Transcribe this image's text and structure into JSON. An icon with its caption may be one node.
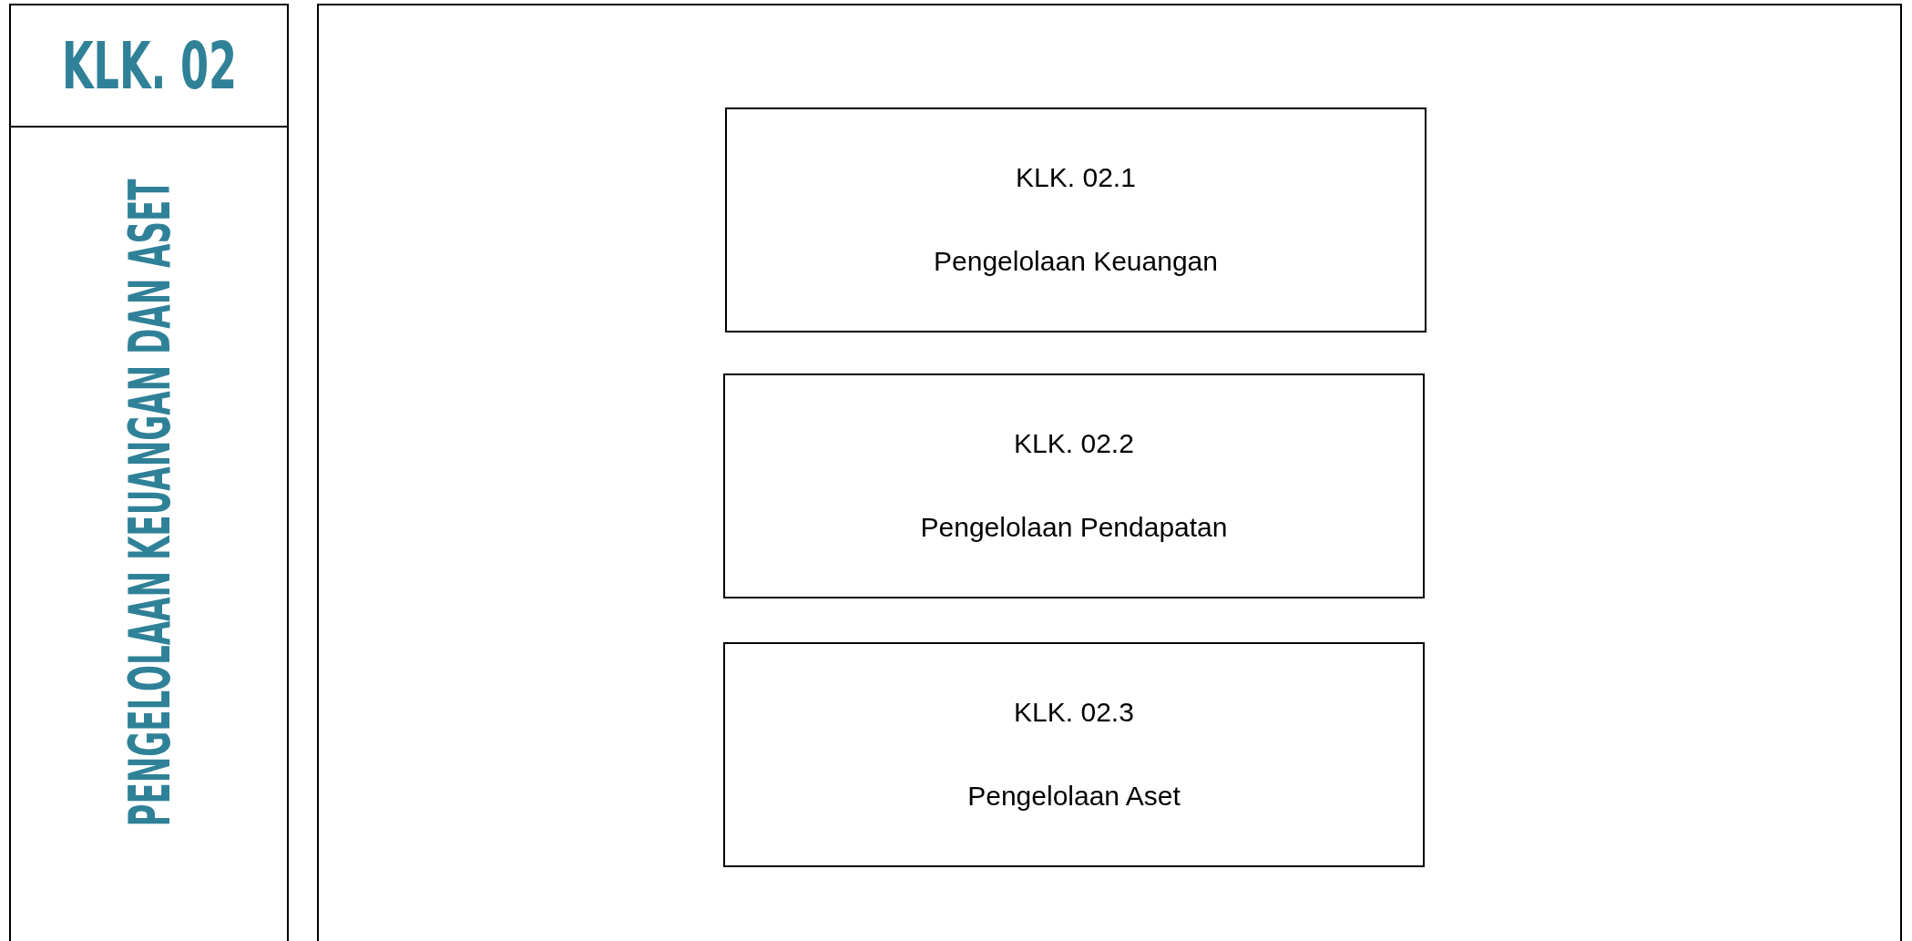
{
  "diagram": {
    "nodes": [
      {
        "text": [
          "KLK. 02"
        ]
      },
      {
        "text": [
          "PENGELOLAAN KEUANGAN DAN ASET"
        ]
      },
      {
        "text": [],
        "shape": "box"
      },
      {
        "text": [
          "KLK. 02.1",
          "Pengelolaan Keuangan"
        ],
        "in": 2
      },
      {
        "text": [
          "KLK. 02.2",
          "Pengelolaan Pendapatan"
        ],
        "in": 2
      },
      {
        "text": [
          "KLK. 02.3",
          "Pengelolaan Aset"
        ],
        "in": 2
      }
    ],
    "edges": []
  }
}
